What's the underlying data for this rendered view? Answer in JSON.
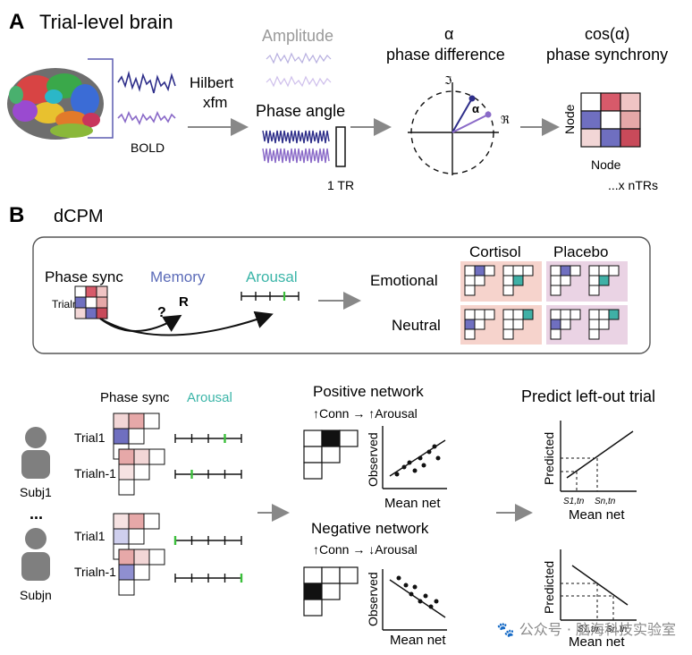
{
  "panelA": {
    "letter": "A",
    "title": "Trial-level brain",
    "bold_label": "BOLD",
    "hilbert_label": "Hilbert",
    "xfm_label": "xfm",
    "amplitude_label": "Amplitude",
    "phase_angle_label": "Phase angle",
    "tr_label": "1 TR",
    "alpha_symbol": "α",
    "phase_difference_label": "phase difference",
    "imag_axis": "ℑ",
    "real_axis": "ℜ",
    "cos_label": "cos(α)",
    "phase_synchrony_label": "phase synchrony",
    "node_y_label": "Node",
    "node_x_label": "Node",
    "ntrs_label": "...x nTRs"
  },
  "panelB": {
    "letter": "B",
    "title": "dCPM",
    "phase_sync_label": "Phase sync",
    "memory_label": "Memory",
    "arousal_label": "Arousal",
    "trial_n_label": "Trialn",
    "question_label": "?",
    "r_label": "R",
    "cortisol_label": "Cortisol",
    "placebo_label": "Placebo",
    "emotional_label": "Emotional",
    "neutral_label": "Neutral",
    "lower_phase_sync": "Phase sync",
    "lower_arousal": "Arousal",
    "trial1_label": "Trial1",
    "trialn1_label": "Trialn-1",
    "subj1_label": "Subj1",
    "ellipsis_label": "...",
    "subjn_label": "Subjn",
    "positive_network_label": "Positive network",
    "positive_sub": "↑Conn → ↑Arousal",
    "negative_network_label": "Negative network",
    "negative_sub": "↑Conn → ↓Arousal",
    "observed_label": "Observed",
    "mean_net_label": "Mean net",
    "predict_label": "Predict left-out trial",
    "predicted_label": "Predicted",
    "s1_label": "S1,tn",
    "sn_label": "Sn,tn"
  },
  "watermark": "🐾 公众号 · 脑海科技实验室",
  "colors": {
    "memory_blue": "#5b6bb8",
    "arousal_teal": "#3bb5a8",
    "cortisol_bg": "#f6d3cc",
    "placebo_bg": "#ead3e4",
    "arousal_tick_green": "#3bbf3b",
    "dark_blue_signal": "#2e2e8a",
    "purple_signal": "#8a6ac8",
    "red_cell": "#c84a5a",
    "pink_cell": "#e6a8a8",
    "blue_cell": "#6f6fc0",
    "teal_cell": "#3fb0a6"
  }
}
